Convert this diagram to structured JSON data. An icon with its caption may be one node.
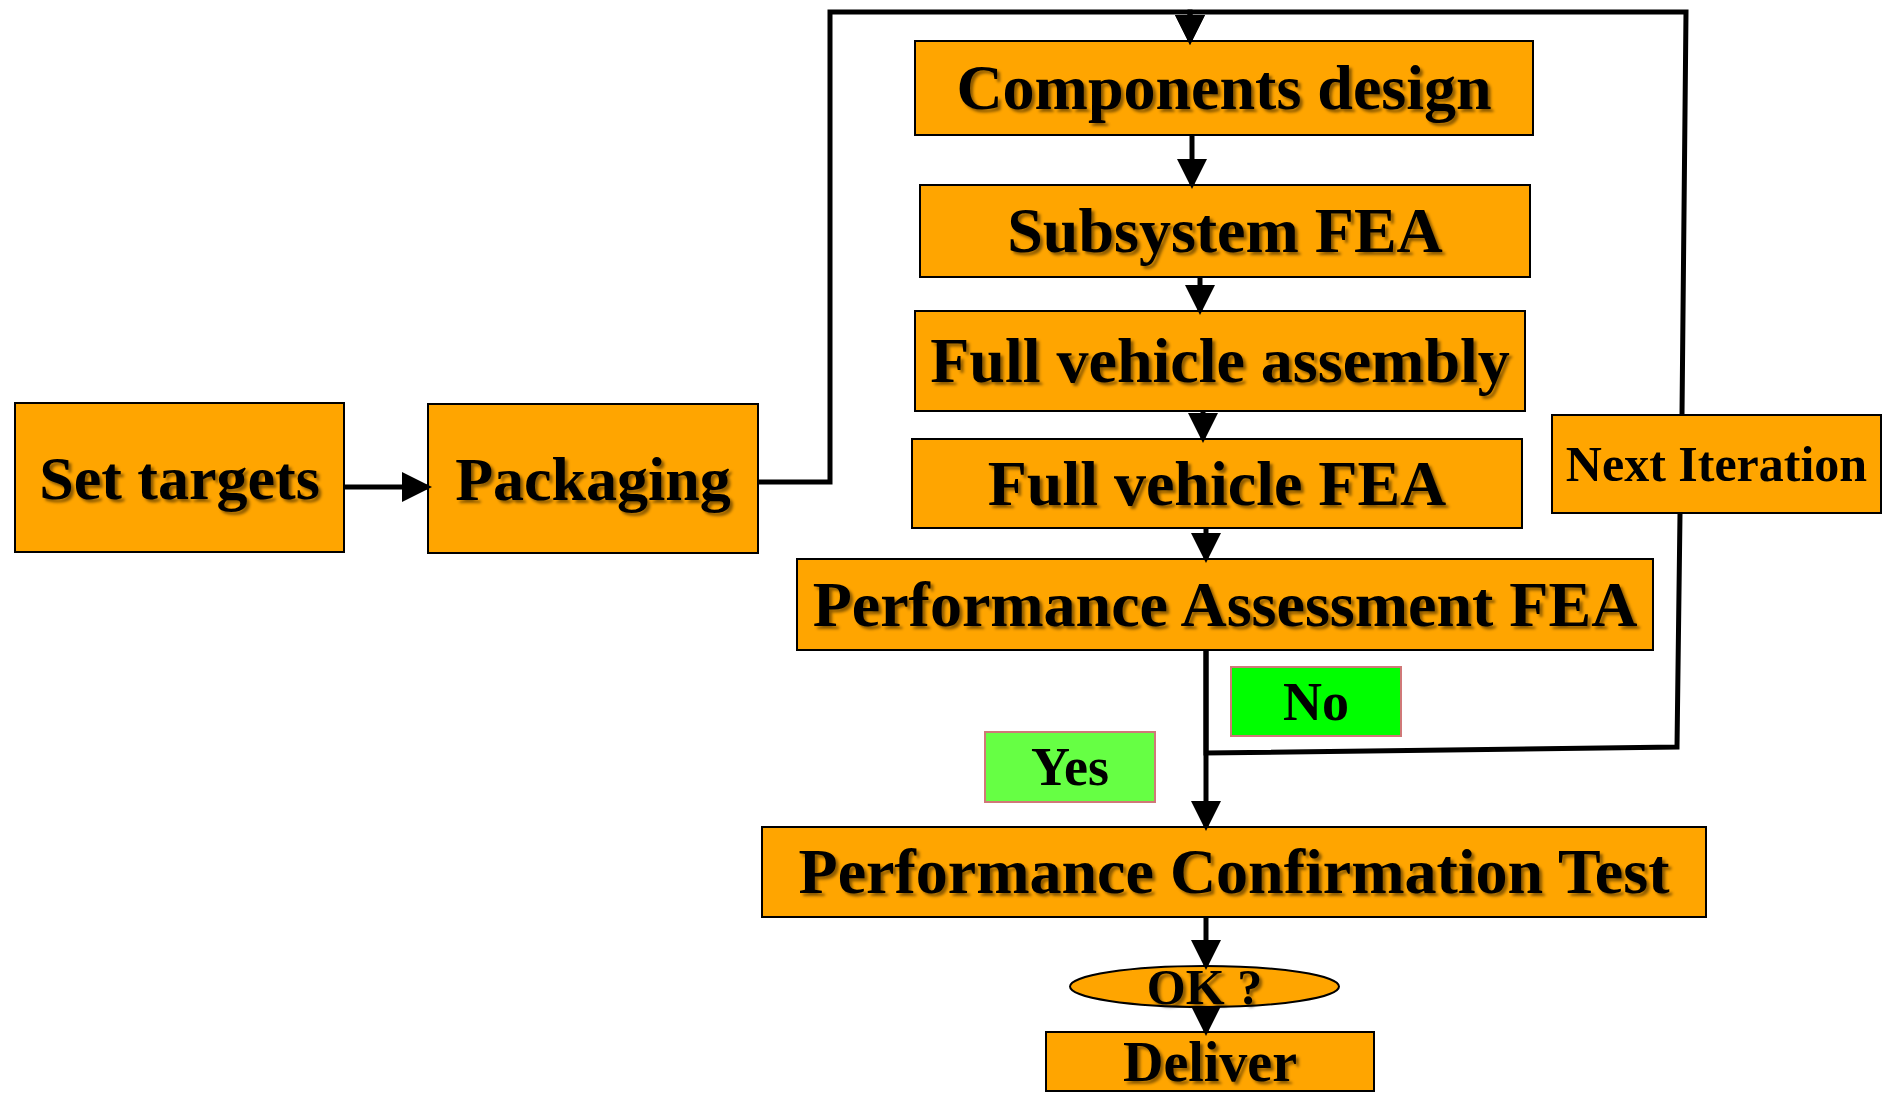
{
  "diagram": {
    "nodes": [
      {
        "text": [
          "Set targets"
        ]
      },
      {
        "text": [
          "Packaging"
        ]
      },
      {
        "text": [
          "Components design"
        ]
      },
      {
        "text": [
          "Subsystem FEA"
        ]
      },
      {
        "text": [
          "Full vehicle assembly"
        ]
      },
      {
        "text": [
          "Full vehicle FEA"
        ]
      },
      {
        "text": [
          "Performance Assessment FEA"
        ]
      },
      {
        "text": [
          "No"
        ]
      },
      {
        "text": [
          "Yes"
        ]
      },
      {
        "text": [
          "Next Iteration"
        ]
      },
      {
        "text": [
          "Performance Confirmation Test"
        ]
      },
      {
        "text": [
          "OK ?"
        ]
      },
      {
        "text": [
          "Deliver"
        ]
      }
    ],
    "edges": [
      {
        "from": 0,
        "to": 1,
        "arrow": "to"
      },
      {
        "from": 1,
        "to": 2,
        "arrow": "to"
      },
      {
        "from": 2,
        "to": 3,
        "arrow": "to"
      },
      {
        "from": 3,
        "to": 4,
        "arrow": "to"
      },
      {
        "from": 4,
        "to": 5,
        "arrow": "to"
      },
      {
        "from": 5,
        "to": 6,
        "arrow": "to"
      },
      {
        "from": 6,
        "to": 10,
        "arrow": "to"
      },
      {
        "from": 6,
        "to": 9,
        "arrow": "none"
      },
      {
        "from": 9,
        "to": 2,
        "arrow": "to"
      },
      {
        "from": 10,
        "to": 11,
        "arrow": "to"
      },
      {
        "from": 11,
        "to": 12,
        "arrow": "to"
      }
    ]
  }
}
